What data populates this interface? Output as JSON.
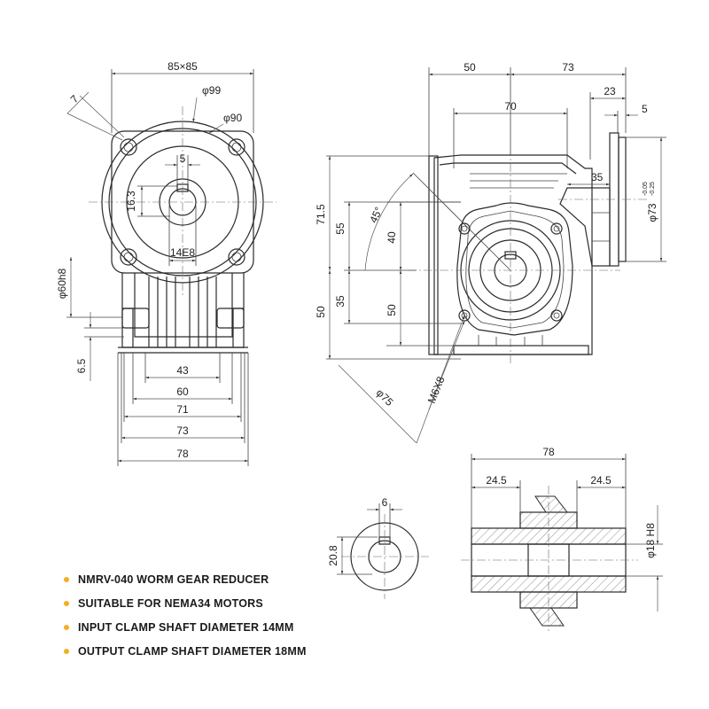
{
  "notes": [
    {
      "text": "NMRV-040 WORM GEAR REDUCER"
    },
    {
      "text": "SUITABLE FOR NEMA34 MOTORS"
    },
    {
      "text": "INPUT CLAMP SHAFT DIAMETER 14MM"
    },
    {
      "text": "OUTPUT CLAMP SHAFT DIAMETER 18MM"
    }
  ],
  "front_view": {
    "flange": "85×85",
    "pcd_outer": "φ99",
    "pcd_inner": "φ90",
    "hole": "7",
    "key_width": "5",
    "bore_height": "16.3",
    "bore": "14E8",
    "spigot": "φ60h8",
    "foot_thickness": "6.5",
    "w43": "43",
    "w60": "60",
    "w71": "71",
    "w73": "73",
    "w78": "78"
  },
  "side_view": {
    "d50": "50",
    "d73": "73",
    "d23": "23",
    "d5": "5",
    "d70": "70",
    "d35h": "35",
    "d71_5": "71.5",
    "d55": "55",
    "angle": "45°",
    "d40": "40",
    "d50v": "50",
    "d35v": "35",
    "d50v2": "50",
    "d73tol": "φ73",
    "tol_upper": "-0.05",
    "tol_lower": "-0.25",
    "bolt": "M6X8",
    "pcd": "φ75"
  },
  "shaft_section": {
    "key": "6",
    "height": "20.8"
  },
  "output_shaft": {
    "length": "78",
    "left": "24.5",
    "right": "24.5",
    "dia": "φ18 H8"
  },
  "colors": {
    "bullet": "#f2b01e",
    "line": "#2a2a2a"
  }
}
